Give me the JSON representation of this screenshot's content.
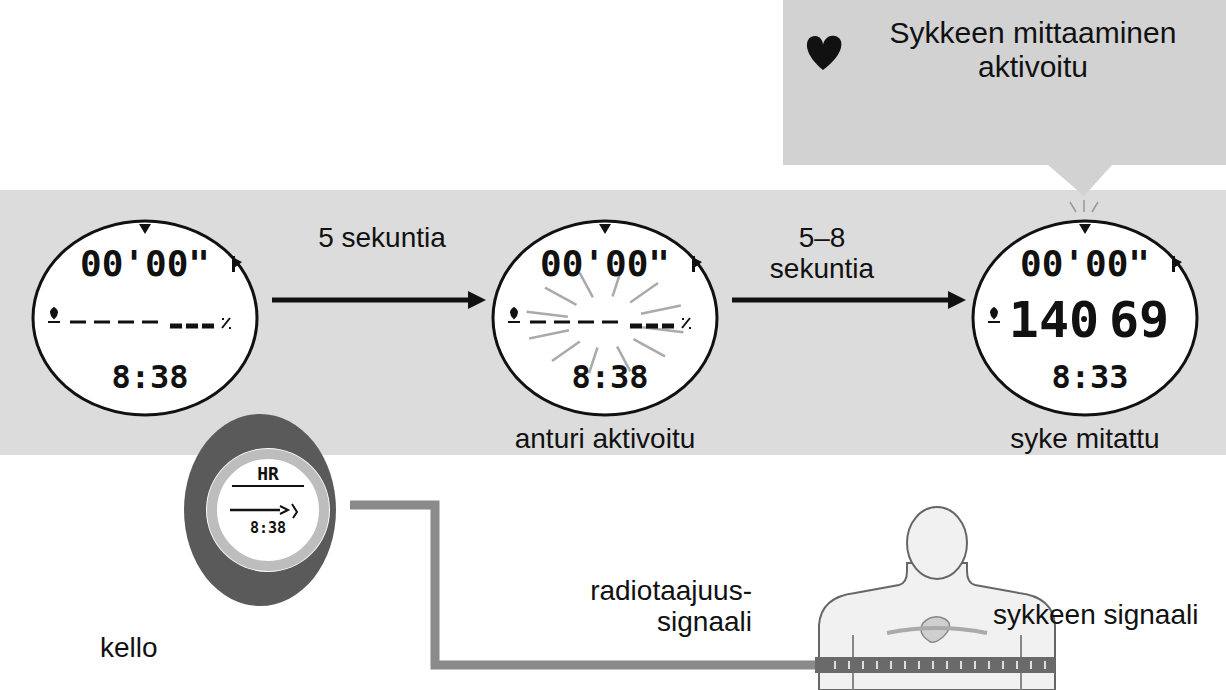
{
  "diagram": {
    "nodes": [
      {
        "text": [
          "Sykkeen mittaaminen aktivoitu"
        ]
      },
      {
        "text": [
          "00'00\"",
          "8:38"
        ]
      },
      {
        "text": [
          "00'00\"",
          "8:38",
          "anturi aktivoitu"
        ]
      },
      {
        "text": [
          "00'00\"",
          "140",
          "69",
          "8:33",
          "syke mitattu"
        ]
      },
      {
        "text": [
          "HR",
          "8:38",
          "kello"
        ]
      },
      {
        "text": [
          "sykkeen signaali"
        ]
      }
    ],
    "edges": [
      {
        "from": 1,
        "to": 2,
        "label": "5 sekuntia",
        "arrow": "to"
      },
      {
        "from": 2,
        "to": 3,
        "label": "5–8 sekuntia",
        "arrow": "to"
      },
      {
        "from": 5,
        "to": 4,
        "label": "radiotaajuus-signaali",
        "arrow": "none"
      }
    ]
  }
}
